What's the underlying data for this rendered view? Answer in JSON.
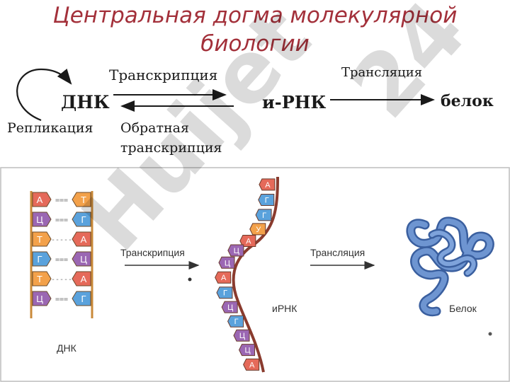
{
  "title": {
    "line1": "Центральная догма молекулярной",
    "line2": "биологии"
  },
  "top_scheme": {
    "dna": "ДНК",
    "replication": "Репликация",
    "transcription": "Транскрипция",
    "reverse_line1": "Обратная",
    "reverse_line2": "транскрипция",
    "mrna": "и-РНК",
    "translation": "Трансляция",
    "protein": "белок"
  },
  "bottom_scheme": {
    "dna_label": "ДНК",
    "transcription": "Транскрипция",
    "mrna_label": "иРНК",
    "translation": "Трансляция",
    "protein_label": "Белок",
    "dna_pairs": [
      {
        "left": "А",
        "right": "Т",
        "bond": "===",
        "left_color": "#e56a5a",
        "right_color": "#f3a14a"
      },
      {
        "left": "Ц",
        "right": "Г",
        "bond": "===",
        "left_color": "#9b67b3",
        "right_color": "#5aa2dc"
      },
      {
        "left": "Т",
        "right": "А",
        "bond": "-----",
        "left_color": "#f3a14a",
        "right_color": "#e56a5a"
      },
      {
        "left": "Г",
        "right": "Ц",
        "bond": "===",
        "left_color": "#5aa2dc",
        "right_color": "#9b67b3"
      },
      {
        "left": "Т",
        "right": "А",
        "bond": "-----",
        "left_color": "#f3a14a",
        "right_color": "#e56a5a"
      },
      {
        "left": "Ц",
        "right": "Г",
        "bond": "===",
        "left_color": "#9b67b3",
        "right_color": "#5aa2dc"
      }
    ],
    "rna_bases": [
      {
        "letter": "А",
        "color": "#e56a5a"
      },
      {
        "letter": "Г",
        "color": "#5aa2dc"
      },
      {
        "letter": "Г",
        "color": "#5aa2dc"
      },
      {
        "letter": "У",
        "color": "#f3a14a"
      },
      {
        "letter": "А",
        "color": "#e56a5a"
      },
      {
        "letter": "Ц",
        "color": "#9b67b3"
      },
      {
        "letter": "Ц",
        "color": "#9b67b3"
      },
      {
        "letter": "А",
        "color": "#e56a5a"
      },
      {
        "letter": "Г",
        "color": "#5aa2dc"
      },
      {
        "letter": "Ц",
        "color": "#9b67b3"
      },
      {
        "letter": "Г",
        "color": "#5aa2dc"
      },
      {
        "letter": "Ц",
        "color": "#9b67b3"
      },
      {
        "letter": "Ц",
        "color": "#9b67b3"
      },
      {
        "letter": "А",
        "color": "#e56a5a"
      }
    ]
  },
  "watermark": {
    "line1": "Huijet",
    "line2": "24"
  },
  "colors": {
    "title": "#a3303a",
    "protein": "#5b7fbd",
    "rna_backbone": "#8a3b2e"
  }
}
